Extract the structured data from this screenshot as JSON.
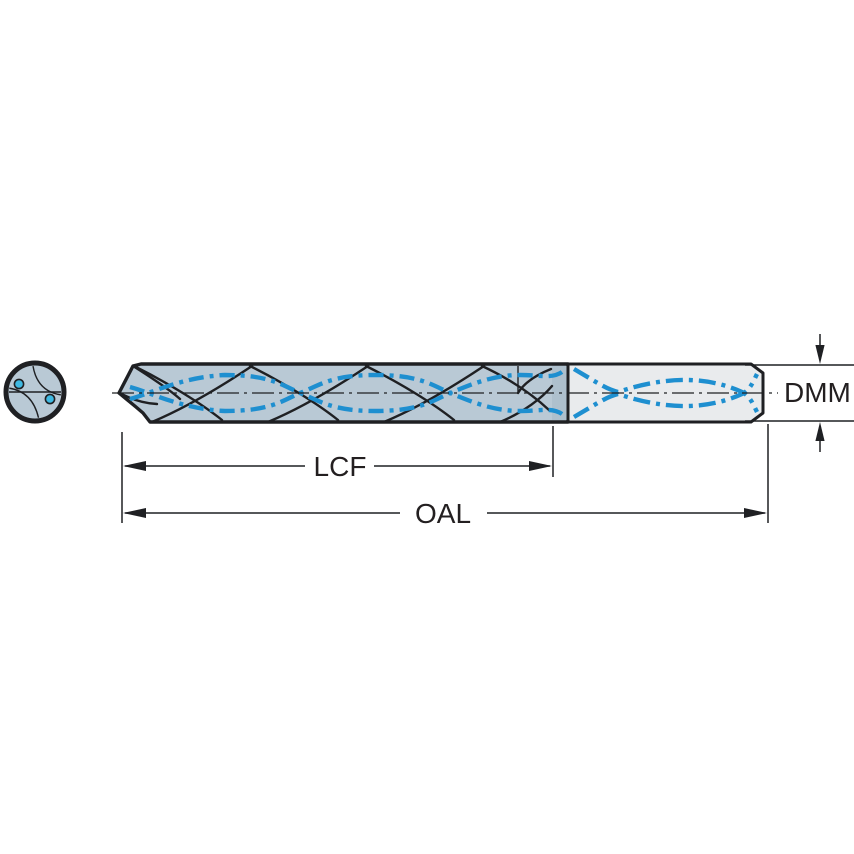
{
  "figure": {
    "type": "technical-drawing",
    "subject": "coolant-through twist drill with end-view cross-section and dimension callouts"
  },
  "labels": {
    "diameter": "DMM",
    "flute_length": "LCF",
    "overall_length": "OAL"
  },
  "icons": {
    "cross_section": "drill-end-cross-section",
    "coolant_holes": "two-coolant-hole-dots",
    "coolant_channels": "blue-dash-dot-helical-channels"
  },
  "colors": {
    "background": "#ffffff",
    "outline": "#1f2023",
    "body-fill": "#b9c9d5",
    "band-fill": "#aec0cd",
    "shank-fill": "#e9ebed",
    "coolant": "#1e8fd0",
    "hole-fill": "#3fb9e2",
    "dimension": "#1f2023",
    "text": "#231f20"
  }
}
